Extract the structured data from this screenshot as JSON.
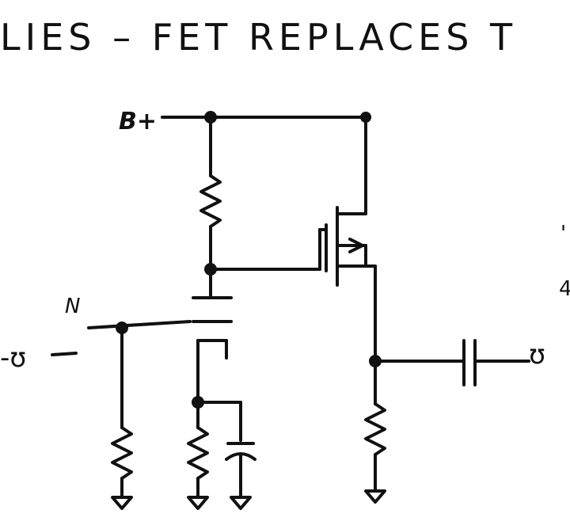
{
  "page": {
    "heading": "LIES –  FET REPLACES T"
  },
  "labels": {
    "supply": "B+",
    "input": "-ʊ",
    "input_mark": "N",
    "output": "ʊ",
    "edge_mark_1": "'",
    "edge_mark_2": "4"
  },
  "colors": {
    "ink": "#111111",
    "paper": "#ffffff"
  }
}
